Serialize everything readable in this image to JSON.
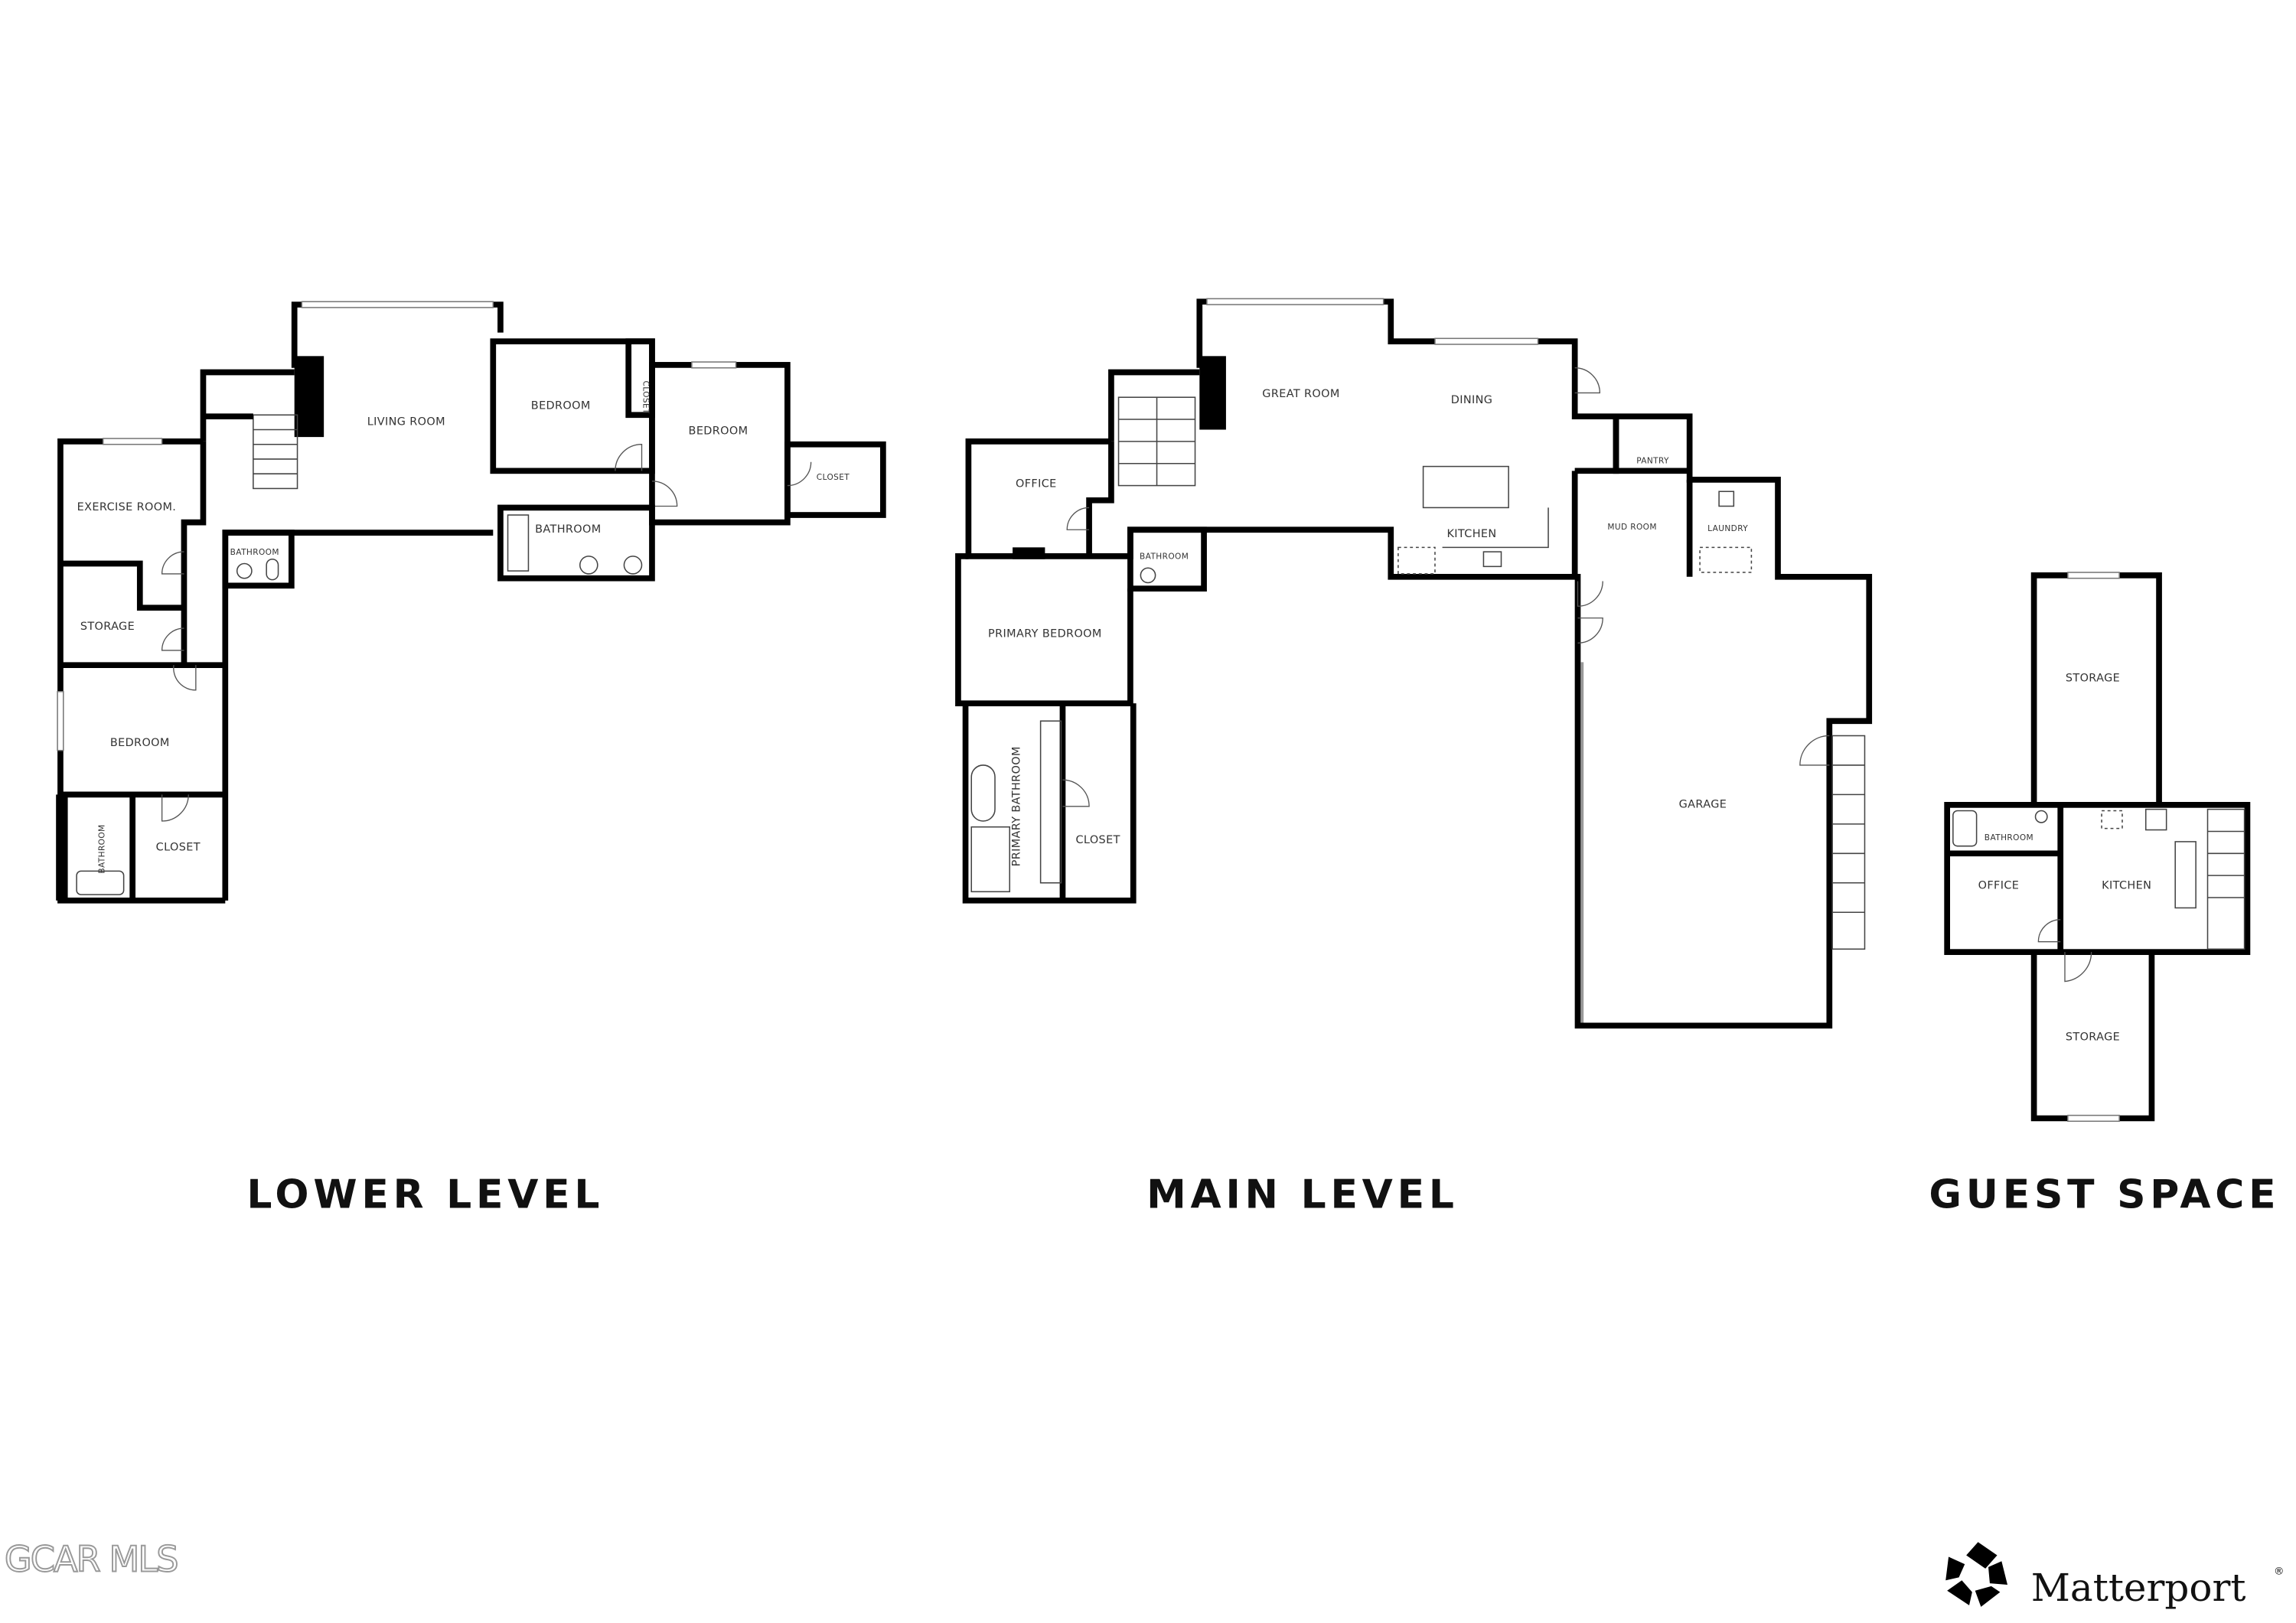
{
  "levels": {
    "lower": {
      "title": "LOWER LEVEL",
      "rooms": [
        "LIVING ROOM",
        "BEDROOM",
        "CLOSET",
        "BEDROOM",
        "CLOSET",
        "EXERCISE ROOM.",
        "BATHROOM",
        "BATHROOM",
        "STORAGE",
        "BEDROOM",
        "BATHROOM",
        "CLOSET"
      ]
    },
    "main": {
      "title": "MAIN LEVEL",
      "rooms": [
        "GREAT ROOM",
        "DINING",
        "OFFICE",
        "PANTRY",
        "KITCHEN",
        "MUD ROOM",
        "LAUNDRY",
        "BATHROOM",
        "PRIMARY BEDROOM",
        "PRIMARY BATHROOM",
        "CLOSET",
        "GARAGE"
      ]
    },
    "guest": {
      "title": "GUEST SPACE",
      "rooms": [
        "STORAGE",
        "BATHROOM",
        "OFFICE",
        "KITCHEN",
        "STORAGE"
      ]
    }
  },
  "watermark": "GCAR MLS",
  "brand": {
    "name": "Matterport",
    "mark": "®"
  }
}
